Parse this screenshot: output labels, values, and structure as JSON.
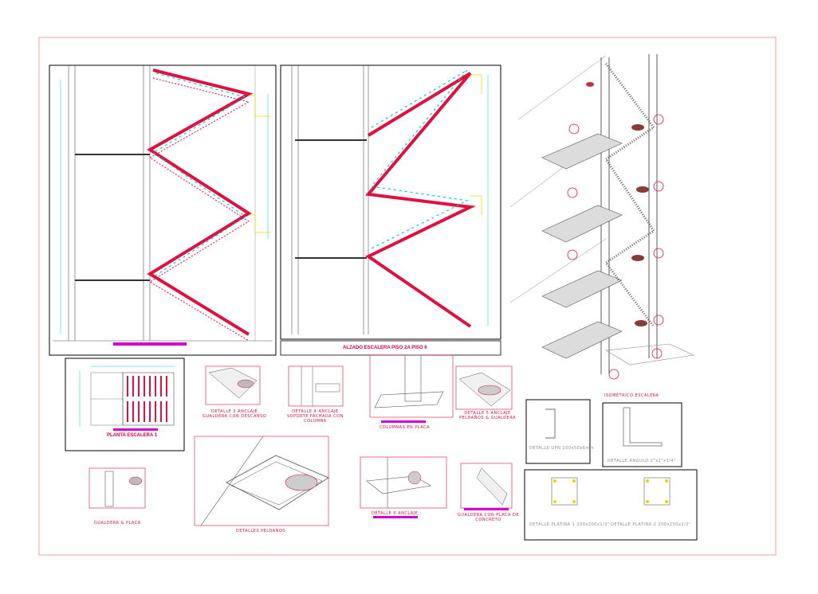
{
  "colors": {
    "sheet_border": "#e98a8a",
    "frame": "#000000",
    "red": "#e0103f",
    "cyan": "#00c8d8",
    "yellow": "#e8d800",
    "magenta": "#d400d0",
    "gray": "#909090"
  },
  "titles": {
    "elevation_2": "ALZADO ESCALERA PISO 2A PISO 6",
    "plan": "PLANTA ESCALERA 1",
    "isometric": "ISOMETRICO ESCALERA"
  },
  "details": {
    "d3": [
      "DETALLE 3 ANCLAJE",
      "GUALDERA CON DESCANSO"
    ],
    "d4": [
      "DETALLE 4 ANCLAJE",
      "SOPORTE FACHADA CON",
      "COLUMNA"
    ],
    "d_col": [
      "COLUMNAS EN PLACA"
    ],
    "d5": [
      "DETALLE 5 ANCLAJE",
      "PELDAÑOS & GUALDERA"
    ],
    "d_gualdera": [
      "GUALDERA & PLACA"
    ],
    "d_peld": [
      "DETALLES PELDAÑOS"
    ],
    "d6": [
      "DETALLE 6 ANCLAJE"
    ],
    "d_conc": [
      "GUALDERA CON PLACA DE",
      "CONCRETO"
    ],
    "d_upn": [
      "DETALLE UPN 100x50x6mm"
    ],
    "d_angulo": [
      "DETALLE ANGULO 2\"x2\"x1/4\""
    ],
    "d_placa1": [
      "DETALLE PLATINA 1 200x200x1/2\""
    ],
    "d_placa2": [
      "DETALLE PLATINA 2 200x200x1/2\""
    ]
  }
}
